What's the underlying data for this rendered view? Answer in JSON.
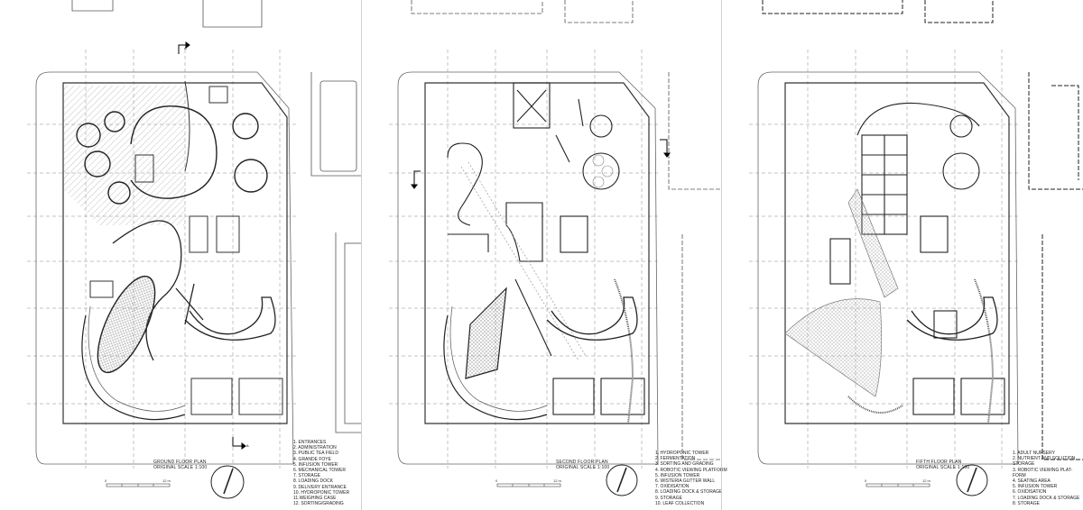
{
  "plans": [
    {
      "title": "GROUND FLOOR PLAN",
      "scale": "ORIGINAL SCALE 1:100",
      "scalebar": {
        "start": "0",
        "end": "12 m"
      },
      "legend": [
        "1. ENTRANCES",
        "2. ADMINISTRATION",
        "3. PUBLIC TEA FIELD",
        "4. GRANDE FOYE",
        "5. INFUSION TOWER",
        "6. MECHANICAL TOWER",
        "7. STORAGE",
        "8. LOADING DOCK",
        "9. DELIVERY ENTRANCE",
        "10. HYDROPONIC TOWER",
        "11.WEIGHING CASE",
        "12. SORTING/GRADING"
      ]
    },
    {
      "title": "SECOND FLOOR PLAN",
      "scale": "ORIGINAL SCALE 1:100",
      "scalebar": {
        "start": "0",
        "end": "12 m"
      },
      "legend": [
        "1. HYDROPONIC TOWER",
        "2. FERMENTATION",
        "3. SORTING AND GRADING",
        "4. ROBOTIC VIEWING PLATFORM",
        "5. INFUSION TOWER",
        "6. WISTERIA GUTTER WALL",
        "7. OXIDISATION",
        "8. LOADING DOCK & STORAGE",
        "9. STORAGE",
        "10. LEAF COLLECTION"
      ]
    },
    {
      "title": "FIFTH FLOOR PLAN",
      "scale": "ORIGINAL SCALE 1:100",
      "scalebar": {
        "start": "0",
        "end": "12 m"
      },
      "legend": [
        "1. ADULT NURSERY",
        "2. NUTRIENT AND SOLUTION",
        "STORAGE",
        "3. ROBOTIC VIEWING PLAT-",
        "FORM",
        "4. SEATING AREA",
        "5. INFUSION TOWER",
        "6. OXIDISATION",
        "7. LOADING DOCK & STORAGE",
        "8. STORAGE"
      ]
    }
  ],
  "section_marks": [
    "A",
    "A"
  ]
}
